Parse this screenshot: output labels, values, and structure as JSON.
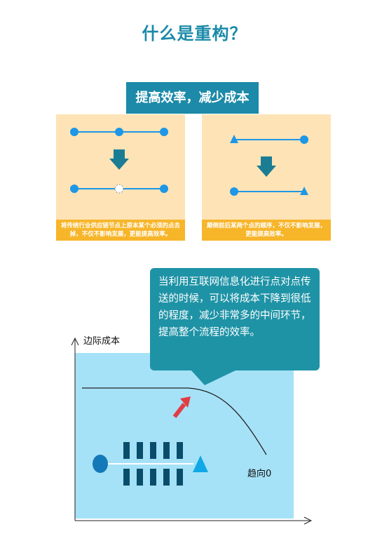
{
  "header": {
    "title": "什么是重构？"
  },
  "banner": {
    "subtitle": "提高效率，减少成本"
  },
  "panels": {
    "left": {
      "note": "将传统行业供应链节点上原本某个必须的点去掉，不仅不影响发展，更能提高效率。"
    },
    "right": {
      "note": "颠倒前后某两个点的顺序，不仅不影响发展，更能提高效率。"
    }
  },
  "callout": {
    "text": "当利用互联网信息化进行点对点传送的时候，可以将成本下降到很低的程度，减少非常多的中间环节，提高整个流程的效率。"
  },
  "chart": {
    "ylabel": "边际成本",
    "curve_label": "趋向0"
  },
  "colors": {
    "title": "#1a8aa8",
    "banner": "#1c8aa8",
    "panel_bg": "#fde3b6",
    "panel_note": "#f7b52a",
    "node": "#1d97e6",
    "arrow_dark": "#1a7d94",
    "chart_bg": "#a6e2f7",
    "bars": "#0a4d6b",
    "end_triangle": "#12a8e6",
    "callout": "#1f93a6",
    "red_arrow": "#e13d45"
  },
  "icons": {
    "down_arrow": "down-arrow-icon",
    "up_arrow": "diagonal-up-arrow-icon"
  }
}
